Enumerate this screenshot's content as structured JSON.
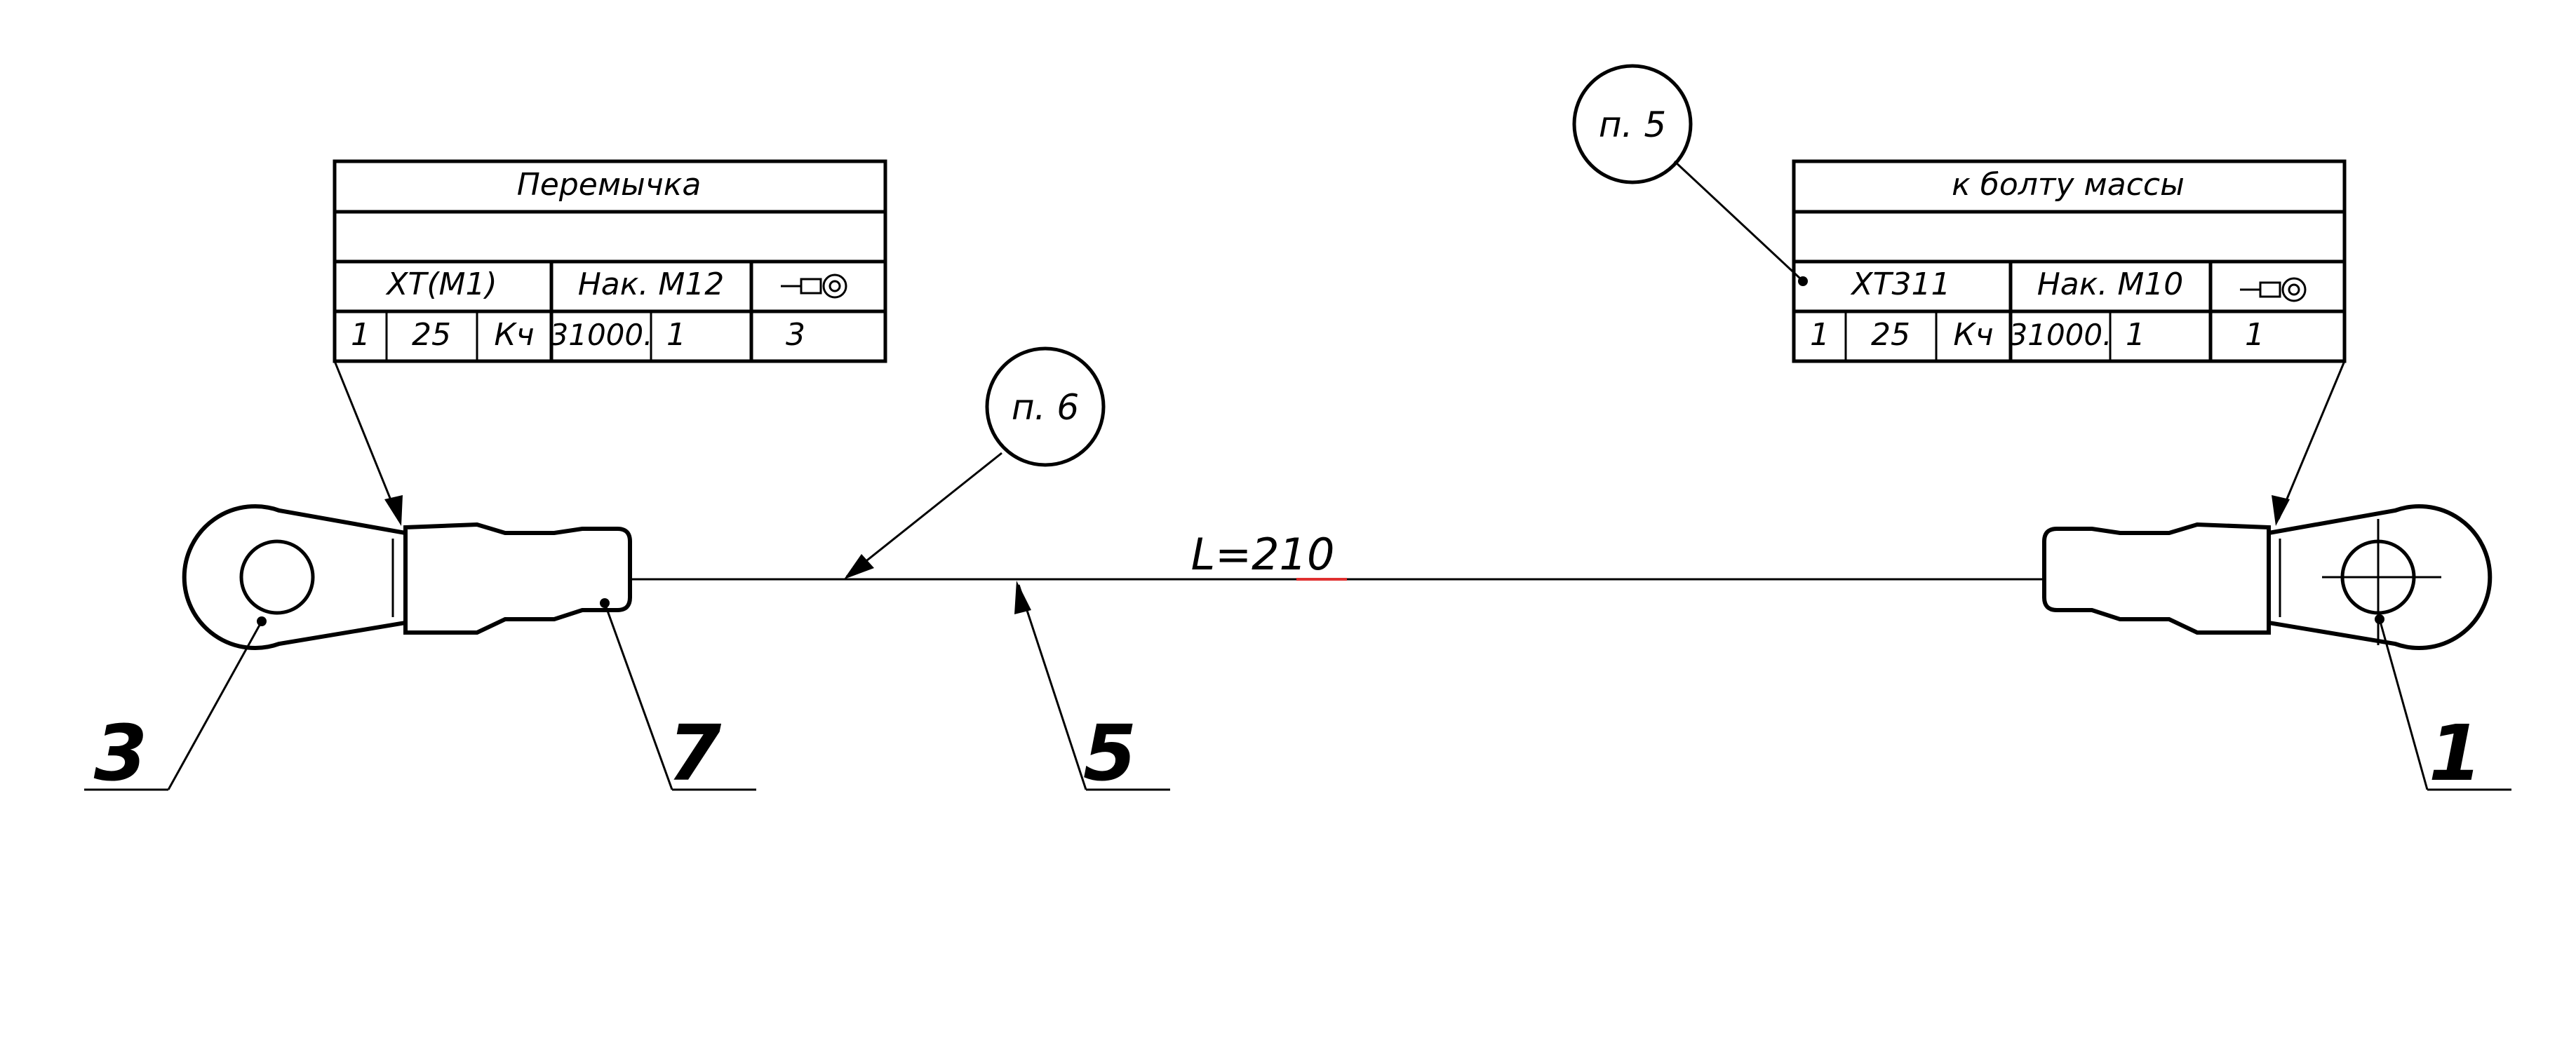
{
  "left_table": {
    "title": "Перемычка",
    "row2": "",
    "connector": "XT(M1)",
    "tip": "Нак. М12",
    "cell_1": "1",
    "cell_2": "25",
    "cell_3": "Кч",
    "cell_4": "31000.",
    "cell_5": "1",
    "cell_6": "3",
    "symbol_icon": "ring-terminal-icon"
  },
  "right_table": {
    "title": "к болту массы",
    "row2": "",
    "connector": "XT311",
    "tip": "Нак. М10",
    "cell_1": "1",
    "cell_2": "25",
    "cell_3": "Кч",
    "cell_4": "31000.",
    "cell_5": "1",
    "cell_6": "1",
    "symbol_icon": "ring-terminal-icon"
  },
  "bubbles": {
    "left": "п. 6",
    "right": "п. 5"
  },
  "dimension": "L=210",
  "callouts": {
    "c3": "3",
    "c7": "7",
    "c5": "5",
    "c1": "1"
  },
  "colors": {
    "line": "#000000",
    "spell_underline": "#e03030"
  }
}
